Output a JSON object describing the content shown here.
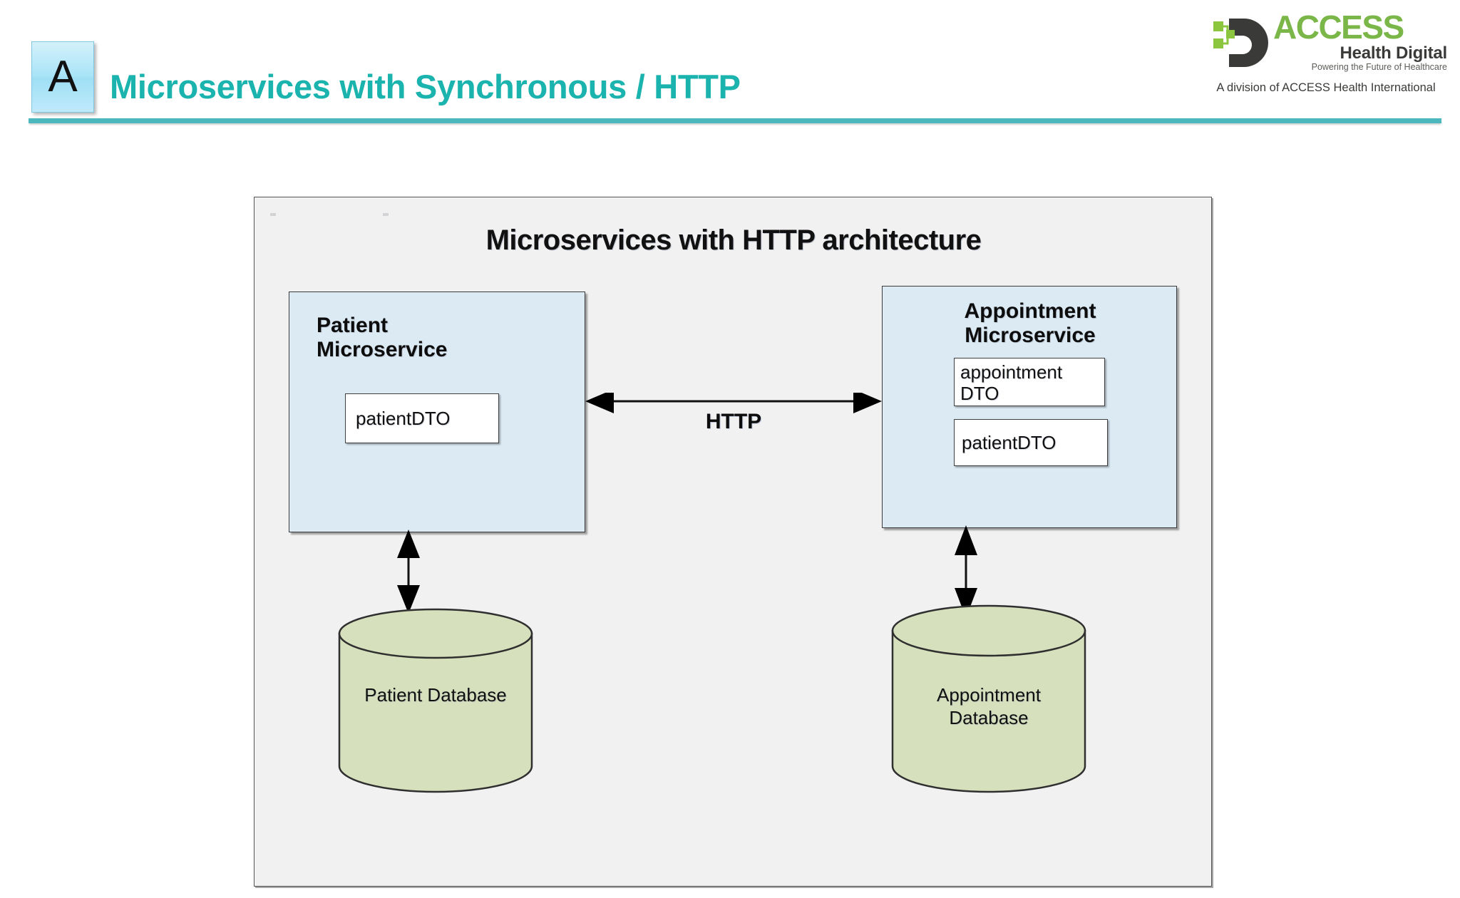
{
  "header": {
    "badge_letter": "A",
    "title": "Microservices with Synchronous / HTTP",
    "rule_color": "#4cb8bd",
    "title_color": "#1bb3ae"
  },
  "logo": {
    "wordmark": "ACCESS",
    "subwordmark": "Health Digital",
    "tagline": "Powering the Future of Healthcare",
    "division_line": "A division of ACCESS Health International",
    "green": "#7ab648",
    "dark": "#3a3a38"
  },
  "diagram": {
    "title": "Microservices with HTTP architecture",
    "panel_bg": "#f1f1f2",
    "service_fill": "#dceaf4",
    "database_fill": "#d7e0bd",
    "dto_fill": "#ffffff",
    "services": [
      {
        "id": "patient",
        "name": "Patient\nMicroservice",
        "dtos": [
          "patientDTO"
        ]
      },
      {
        "id": "appointment",
        "name": "Appointment\nMicroservice",
        "dtos": [
          "appointment\n DTO",
          "patientDTO"
        ]
      }
    ],
    "connector": {
      "label": "HTTP",
      "direction": "bidirectional"
    },
    "databases": [
      {
        "id": "patient-db",
        "label": "Patient Database"
      },
      {
        "id": "appointment-db",
        "label": "Appointment\nDatabase"
      }
    ],
    "db_links": [
      {
        "from": "patient",
        "to": "patient-db",
        "direction": "bidirectional"
      },
      {
        "from": "appointment",
        "to": "appointment-db",
        "direction": "bidirectional"
      }
    ]
  }
}
